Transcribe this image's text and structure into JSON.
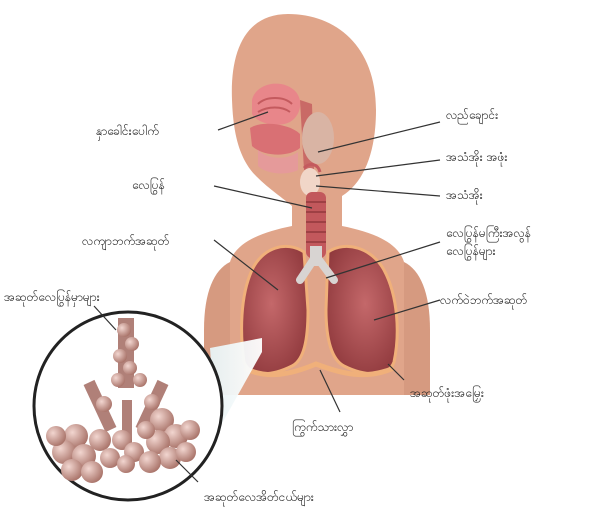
{
  "labels": {
    "nasal_cavity": "နှာခေါင်းပေါက်",
    "pharynx": "လည်ချောင်း",
    "epiglottis": "အသံအိုး အဖုံး",
    "larynx": "အသံအိုး",
    "trachea": "လေပြွန်",
    "right_lung": "လကျာဘက်အဆုတ်",
    "bronchi_line1": "လေပြွန်မကြီးအလွန်",
    "bronchi_line2": "လေပြွန်များ",
    "bronchioles": "အဆုတ်လေပြွန်မှာများ",
    "left_lung": "လက်ဝဲဘက်အဆုတ်",
    "pleura": "အဆုတ်ဖုံးအမြှေး",
    "diaphragm": "ကြွက်သားလွှာ",
    "alveoli": "အဆုတ်လေအိတ်ငယ်များ"
  },
  "colors": {
    "body": "#e0a58a",
    "lung": "#a8474b",
    "airway": "#c2585c",
    "leader": "#333333"
  }
}
